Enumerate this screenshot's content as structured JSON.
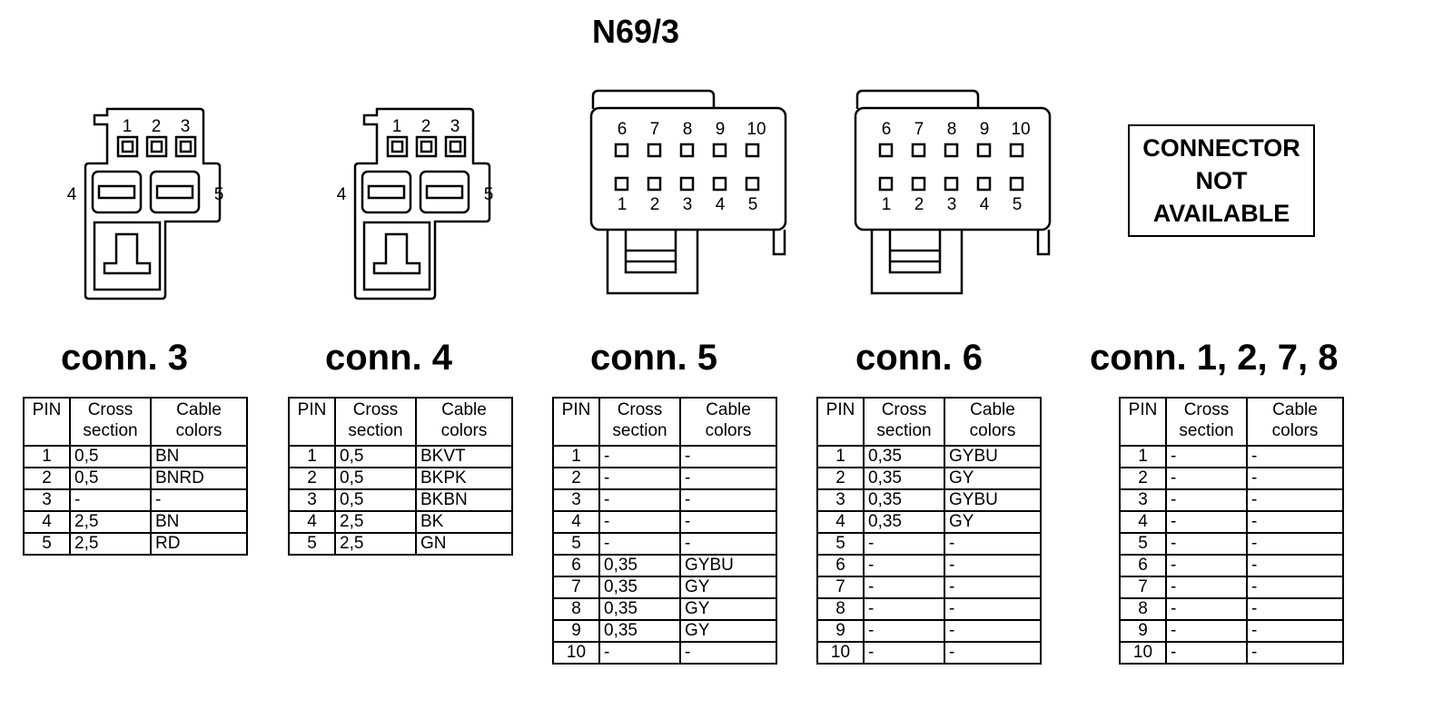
{
  "title": "N69/3",
  "not_available_text": [
    "CONNECTOR",
    "NOT",
    "AVAILABLE"
  ],
  "pin_numbers": {
    "small_top": [
      "1",
      "2",
      "3"
    ],
    "small_left": "4",
    "small_right": "5",
    "large_top": [
      "6",
      "7",
      "8",
      "9",
      "10"
    ],
    "large_bottom": [
      "1",
      "2",
      "3",
      "4",
      "5"
    ]
  },
  "table_headers": {
    "pin": "PIN",
    "cross_section": [
      "Cross",
      "section"
    ],
    "cable_colors": [
      "Cable",
      "colors"
    ]
  },
  "connectors": [
    {
      "label": "conn. 3",
      "rows": [
        {
          "pin": "1",
          "cross": "0,5",
          "color": "BN"
        },
        {
          "pin": "2",
          "cross": "0,5",
          "color": "BNRD"
        },
        {
          "pin": "3",
          "cross": "-",
          "color": "-"
        },
        {
          "pin": "4",
          "cross": "2,5",
          "color": "BN"
        },
        {
          "pin": "5",
          "cross": "2,5",
          "color": "RD"
        }
      ]
    },
    {
      "label": "conn. 4",
      "rows": [
        {
          "pin": "1",
          "cross": "0,5",
          "color": "BKVT"
        },
        {
          "pin": "2",
          "cross": "0,5",
          "color": "BKPK"
        },
        {
          "pin": "3",
          "cross": "0,5",
          "color": "BKBN"
        },
        {
          "pin": "4",
          "cross": "2,5",
          "color": "BK"
        },
        {
          "pin": "5",
          "cross": "2,5",
          "color": "GN"
        }
      ]
    },
    {
      "label": "conn. 5",
      "rows": [
        {
          "pin": "1",
          "cross": "-",
          "color": "-"
        },
        {
          "pin": "2",
          "cross": "-",
          "color": "-"
        },
        {
          "pin": "3",
          "cross": "-",
          "color": "-"
        },
        {
          "pin": "4",
          "cross": "-",
          "color": "-"
        },
        {
          "pin": "5",
          "cross": "-",
          "color": "-"
        },
        {
          "pin": "6",
          "cross": "0,35",
          "color": "GYBU"
        },
        {
          "pin": "7",
          "cross": "0,35",
          "color": "GY"
        },
        {
          "pin": "8",
          "cross": "0,35",
          "color": "GY"
        },
        {
          "pin": "9",
          "cross": "0,35",
          "color": "GY"
        },
        {
          "pin": "10",
          "cross": "-",
          "color": "-"
        }
      ]
    },
    {
      "label": "conn. 6",
      "rows": [
        {
          "pin": "1",
          "cross": "0,35",
          "color": "GYBU"
        },
        {
          "pin": "2",
          "cross": "0,35",
          "color": "GY"
        },
        {
          "pin": "3",
          "cross": "0,35",
          "color": "GYBU"
        },
        {
          "pin": "4",
          "cross": "0,35",
          "color": "GY"
        },
        {
          "pin": "5",
          "cross": "-",
          "color": "-"
        },
        {
          "pin": "6",
          "cross": "-",
          "color": "-"
        },
        {
          "pin": "7",
          "cross": "-",
          "color": "-"
        },
        {
          "pin": "8",
          "cross": "-",
          "color": "-"
        },
        {
          "pin": "9",
          "cross": "-",
          "color": "-"
        },
        {
          "pin": "10",
          "cross": "-",
          "color": "-"
        }
      ]
    },
    {
      "label": "conn. 1, 2, 7, 8",
      "rows": [
        {
          "pin": "1",
          "cross": "-",
          "color": "-"
        },
        {
          "pin": "2",
          "cross": "-",
          "color": "-"
        },
        {
          "pin": "3",
          "cross": "-",
          "color": "-"
        },
        {
          "pin": "4",
          "cross": "-",
          "color": "-"
        },
        {
          "pin": "5",
          "cross": "-",
          "color": "-"
        },
        {
          "pin": "6",
          "cross": "-",
          "color": "-"
        },
        {
          "pin": "7",
          "cross": "-",
          "color": "-"
        },
        {
          "pin": "8",
          "cross": "-",
          "color": "-"
        },
        {
          "pin": "9",
          "cross": "-",
          "color": "-"
        },
        {
          "pin": "10",
          "cross": "-",
          "color": "-"
        }
      ]
    }
  ]
}
